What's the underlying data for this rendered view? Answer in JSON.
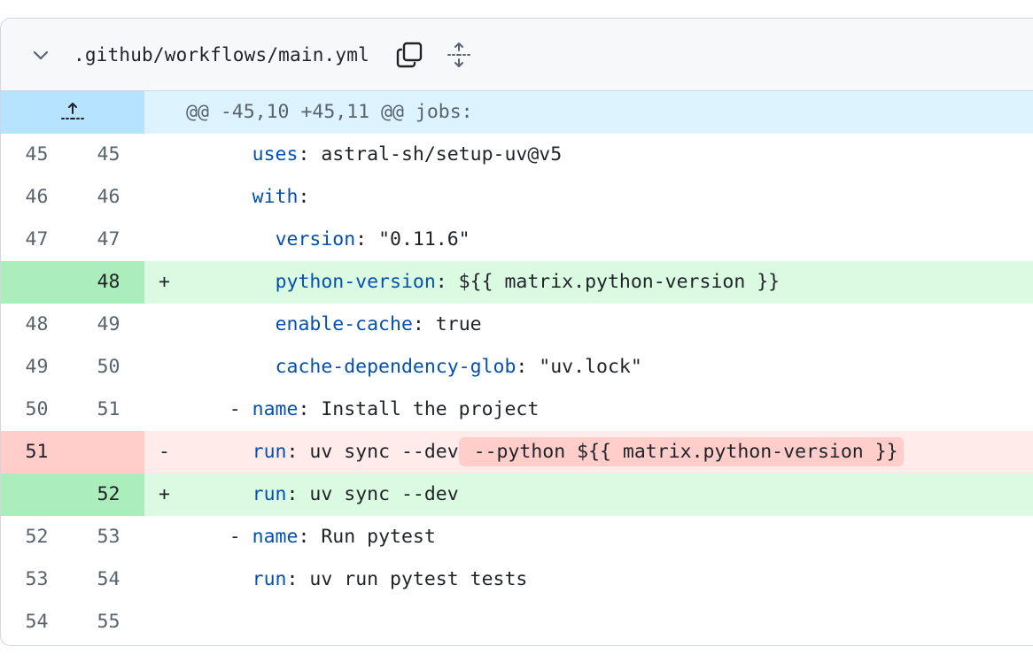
{
  "file": {
    "path": ".github/workflows/main.yml",
    "icons": {
      "collapse": "chevron-down-icon",
      "copy": "copy-icon",
      "expand": "unfold-icon"
    }
  },
  "hunk": {
    "header": "@@ -45,10 +45,11 @@ jobs:",
    "icon": "expand-up-icon"
  },
  "colors": {
    "hunk_bg": "#ddf4ff",
    "hunk_num_bg": "#b6e3ff",
    "add_bg": "#dafbe1",
    "add_num_bg": "#aceebb",
    "del_bg": "#ffebe9",
    "del_num_bg": "#ffcecb",
    "keyword": "#0550ae"
  },
  "lines": [
    {
      "type": "context",
      "old": "45",
      "new": "45",
      "marker": "",
      "indent": "      ",
      "dash": "",
      "key": "uses",
      "value": " astral-sh/setup-uv@v5",
      "highlight": ""
    },
    {
      "type": "context",
      "old": "46",
      "new": "46",
      "marker": "",
      "indent": "      ",
      "dash": "",
      "key": "with",
      "value": "",
      "highlight": ""
    },
    {
      "type": "context",
      "old": "47",
      "new": "47",
      "marker": "",
      "indent": "        ",
      "dash": "",
      "key": "version",
      "value": " \"0.11.6\"",
      "highlight": ""
    },
    {
      "type": "add",
      "old": "",
      "new": "48",
      "marker": "+",
      "indent": "        ",
      "dash": "",
      "key": "python-version",
      "value": " ${{ matrix.python-version }}",
      "highlight": ""
    },
    {
      "type": "context",
      "old": "48",
      "new": "49",
      "marker": "",
      "indent": "        ",
      "dash": "",
      "key": "enable-cache",
      "value": " true",
      "highlight": ""
    },
    {
      "type": "context",
      "old": "49",
      "new": "50",
      "marker": "",
      "indent": "        ",
      "dash": "",
      "key": "cache-dependency-glob",
      "value": " \"uv.lock\"",
      "highlight": ""
    },
    {
      "type": "context",
      "old": "50",
      "new": "51",
      "marker": "",
      "indent": "    ",
      "dash": "- ",
      "key": "name",
      "value": " Install the project",
      "highlight": ""
    },
    {
      "type": "del",
      "old": "51",
      "new": "",
      "marker": "-",
      "indent": "      ",
      "dash": "",
      "key": "run",
      "value": " uv sync --dev",
      "highlight": " --python ${{ matrix.python-version }}"
    },
    {
      "type": "add",
      "old": "",
      "new": "52",
      "marker": "+",
      "indent": "      ",
      "dash": "",
      "key": "run",
      "value": " uv sync --dev",
      "highlight": ""
    },
    {
      "type": "context",
      "old": "52",
      "new": "53",
      "marker": "",
      "indent": "    ",
      "dash": "- ",
      "key": "name",
      "value": " Run pytest",
      "highlight": ""
    },
    {
      "type": "context",
      "old": "53",
      "new": "54",
      "marker": "",
      "indent": "      ",
      "dash": "",
      "key": "run",
      "value": " uv run pytest tests",
      "highlight": ""
    },
    {
      "type": "context",
      "old": "54",
      "new": "55",
      "marker": "",
      "indent": "",
      "dash": "",
      "key": "",
      "value": "",
      "highlight": ""
    }
  ]
}
